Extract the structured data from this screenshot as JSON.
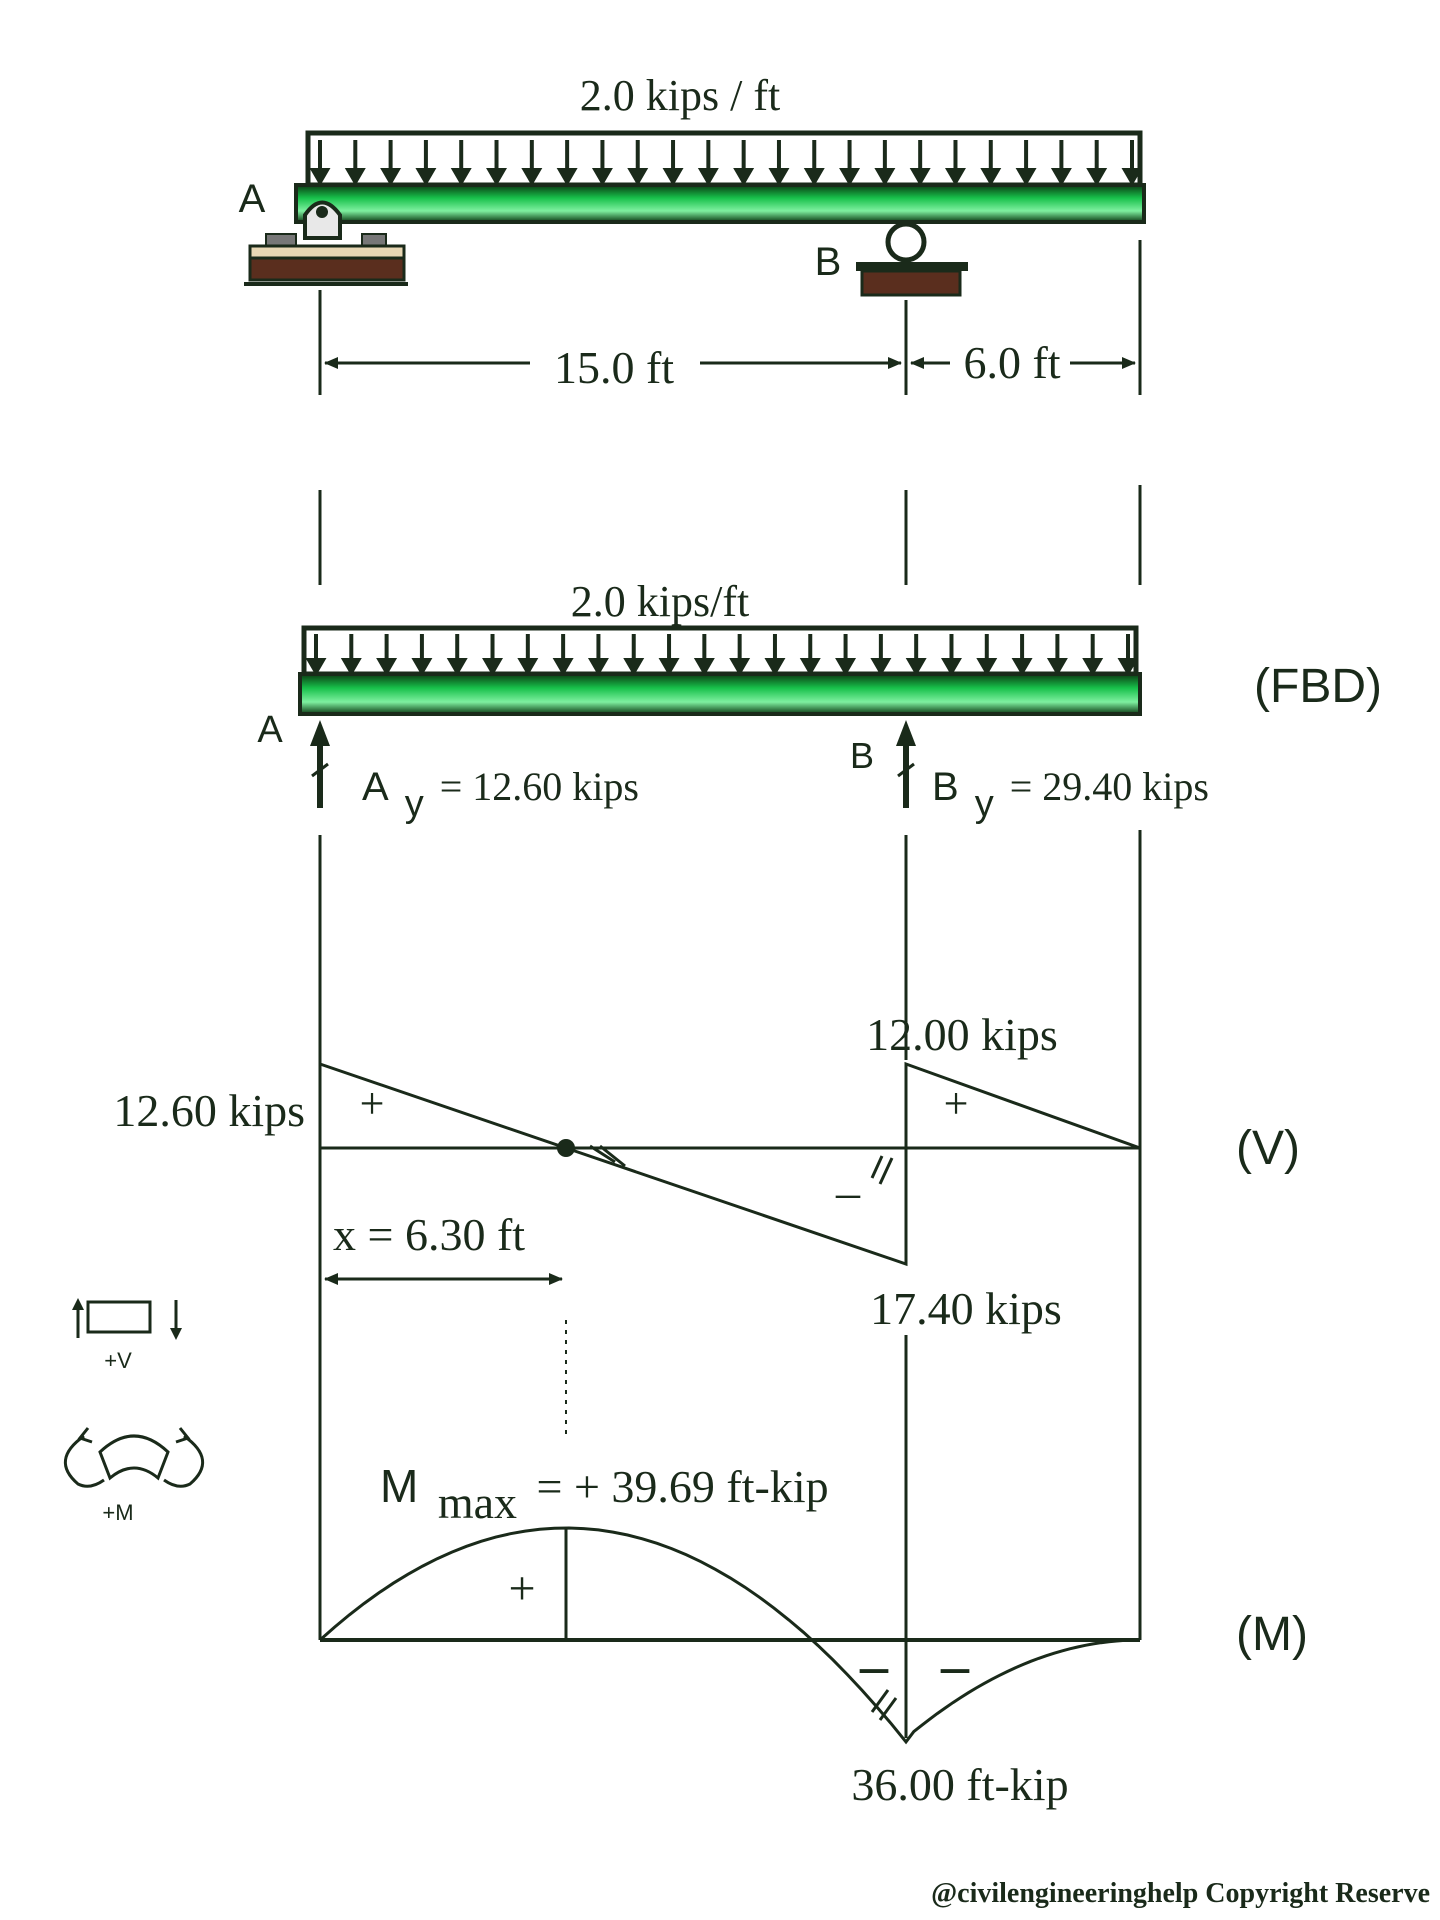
{
  "beam": {
    "load_label": "2.0 kips / ft",
    "support_a": "A",
    "support_b": "B",
    "span_ab": "15.0 ft",
    "overhang": "6.0 ft"
  },
  "fbd": {
    "load_label": "2.0 kips/ft",
    "title": "(FBD)",
    "label_a": "A",
    "label_b": "B",
    "ay_main": "A",
    "ay_sub": "y",
    "ay_value": "= 12.60 kips",
    "by_main": "B",
    "by_sub": "y",
    "by_value": "= 29.40 kips"
  },
  "shear": {
    "title": "(V)",
    "left_value": "12.60 kips",
    "right_max": "12.00 kips",
    "min_value": "17.40 kips",
    "zero_point": "x = 6.30 ft",
    "plus_left": "+",
    "plus_right": "+",
    "minus": "–"
  },
  "moment": {
    "title": "(M)",
    "mmax_main": "M",
    "mmax_sub": "max",
    "mmax_value": "= + 39.69 ft-kip",
    "min_value": "36.00 ft-kip",
    "plus": "+",
    "minus_left": "–",
    "minus_right": "–"
  },
  "sign_convention": {
    "shear_label": "+V",
    "moment_label": "+M"
  },
  "watermark": "@civilengineeringhelp Copyright Reserve",
  "colors": {
    "ink": "#1a2a1a",
    "beam_green": "#17c04a",
    "beam_dark": "#0b3a12",
    "support_brown": "#5a2e1e"
  }
}
